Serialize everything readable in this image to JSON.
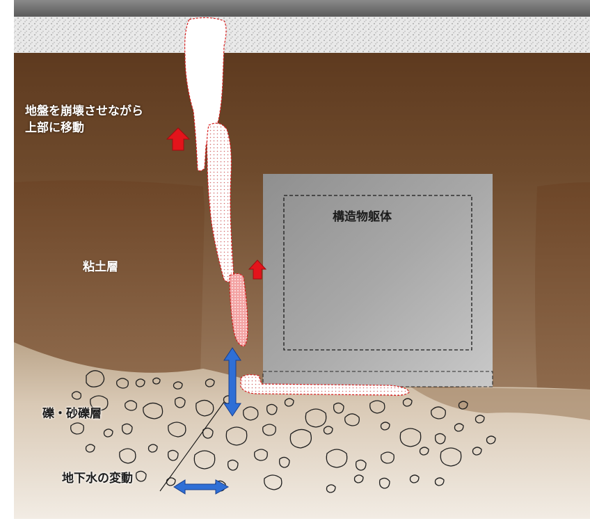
{
  "labels": {
    "ground_collapse_line1": "地盤を崩壊させながら",
    "ground_collapse_line2": "上部に移動",
    "clay_layer": "粘土層",
    "structure_body": "構造物躯体",
    "gravel_sand_layer": "礫・砂礫層",
    "groundwater_fluctuation": "地下水の変動"
  },
  "colors": {
    "soil_top": "#5e3a1f",
    "soil_mid": "#8a6646",
    "clay_layer": "#7b5434",
    "sand_layer": "#c8b49a",
    "structure": "#a9a9a9",
    "cavity_outline": "#d81e1e",
    "up_arrow": "#e3141b",
    "water_arrow": "#2f6fd6",
    "pavement": "#e6e6e6"
  },
  "icons": {
    "upward_movement": "up-arrow-icon",
    "groundwater": "double-arrow-icon"
  }
}
